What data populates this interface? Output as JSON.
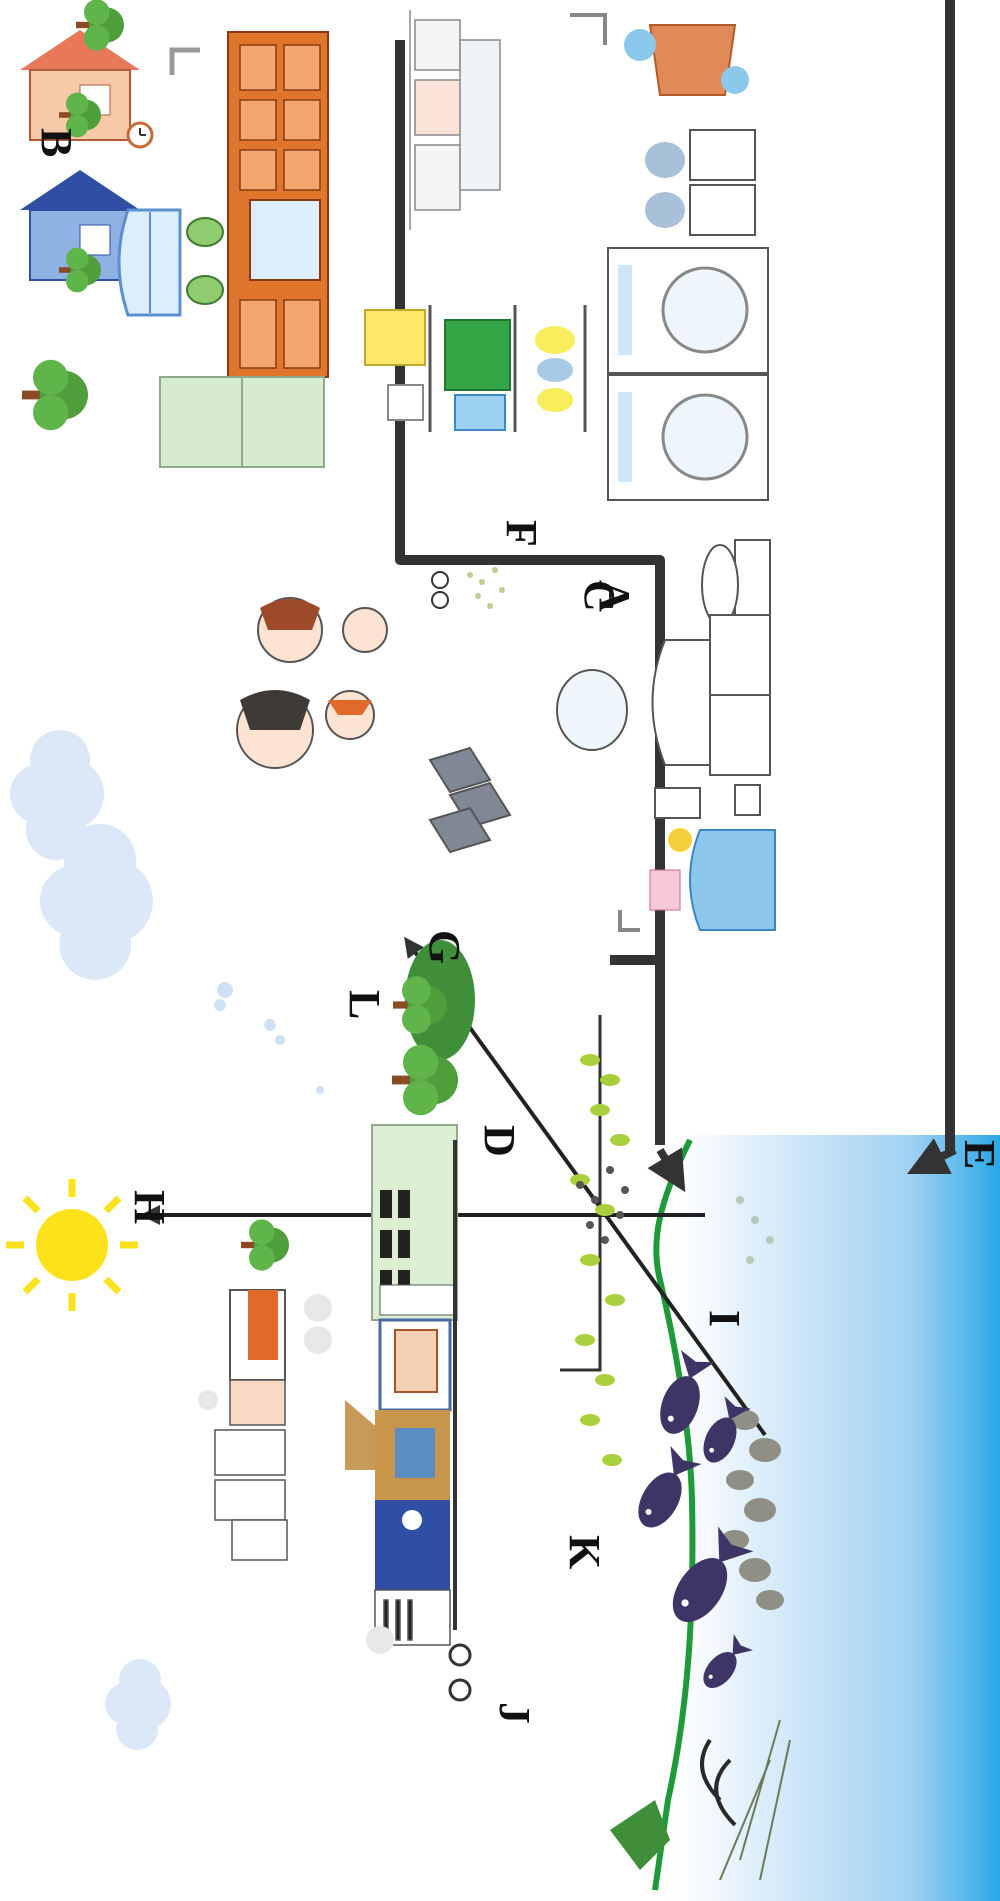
{
  "diagram": {
    "labels": {
      "A": "A",
      "B": "B",
      "C": "C",
      "D": "D",
      "E": "E",
      "F": "F",
      "G": "G",
      "H": "H",
      "I": "I",
      "J": "J",
      "K": "K",
      "L": "L"
    },
    "icons": [
      "house-icon",
      "tree-icon",
      "clock-icon",
      "kitchen-cabinet-icon",
      "refrigerator-icon",
      "cooking-pot-icon",
      "window-icon",
      "clothesline-icon",
      "faucet-icon",
      "bucket-icon",
      "detergent-bottle-icon",
      "washing-machine-icon",
      "storage-bin-icon",
      "bathtub-icon",
      "sink-icon",
      "mirror-icon",
      "toilet-icon",
      "family-faces-icon",
      "cloud-icon",
      "sun-icon",
      "factory-icon",
      "grass-icon",
      "fish-icon",
      "water-body-icon",
      "algae-icon",
      "seaweed-icon",
      "tractor-icon",
      "crop-dust-icon",
      "pipe-icon",
      "arrow-icon"
    ],
    "colors": {
      "water_top": "#e9f4fc",
      "water_bottom": "#29a7e6",
      "pipe": "#333333",
      "shoreline": "#1f9a3b",
      "cabinet": "#e0762e",
      "sun": "#fce21b",
      "fish": "#3e3566",
      "algae": "#a8cf3c",
      "sediment": "#8f8f85",
      "tree": "#55a843",
      "cloud": "#d9e7f7"
    }
  }
}
